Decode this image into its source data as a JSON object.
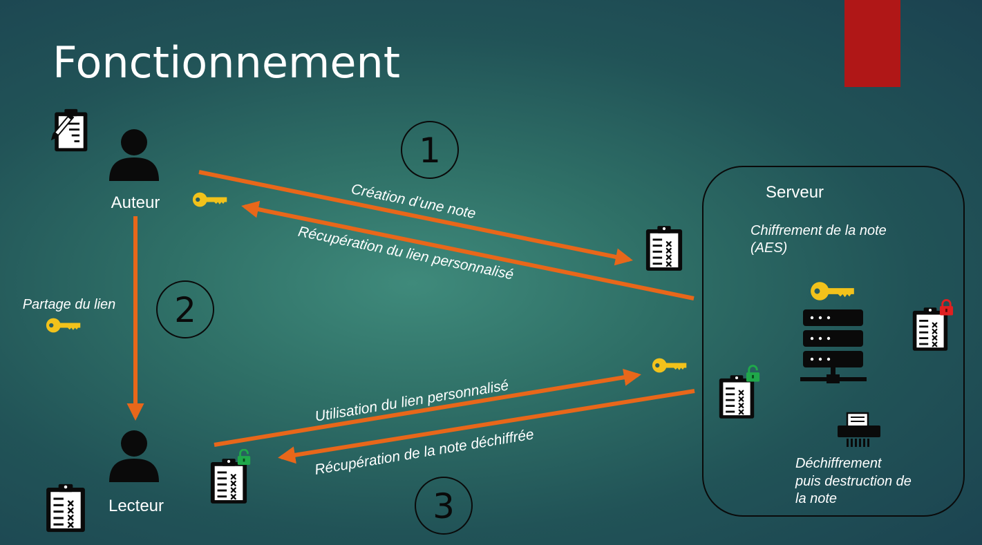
{
  "slide": {
    "title": "Fonctionnement",
    "accent_color": "#b01717"
  },
  "actors": {
    "author_label": "Auteur",
    "reader_label": "Lecteur"
  },
  "steps": {
    "step1": "1",
    "step2": "2",
    "step3": "3"
  },
  "arrows": {
    "creation": "Création d’une note",
    "retrieve_link": "Récupération du lien personnalisé",
    "share_link": "Partage du lien",
    "use_link": "Utilisation du lien personnalisé",
    "retrieve_note": "Récupération de la note déchiffrée"
  },
  "server": {
    "label": "Serveur",
    "encrypt_line1": "Chiffrement de la note",
    "encrypt_line2": "(AES)",
    "decrypt_line1": "Déchiffrement",
    "decrypt_line2": "puis destruction de",
    "decrypt_line3": "la note"
  },
  "colors": {
    "arrow": "#e8671a",
    "key": "#f2c21b",
    "lock_closed": "#e02020",
    "lock_open": "#1fa84a",
    "icon": "#0a0a0a"
  },
  "icons": [
    "user-icon",
    "clipboard-pencil-icon",
    "clipboard-list-icon",
    "key-icon",
    "lock-icon",
    "unlock-icon",
    "server-icon",
    "shredder-icon"
  ]
}
